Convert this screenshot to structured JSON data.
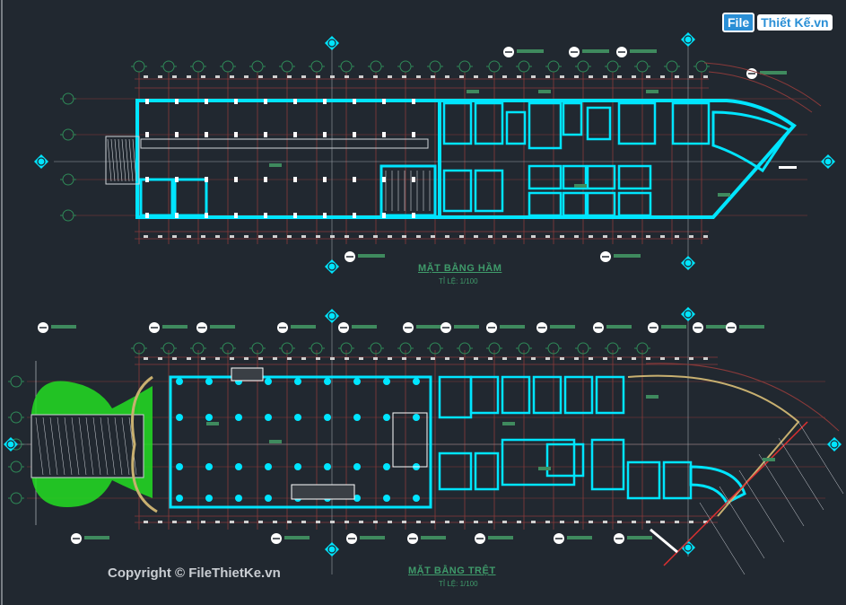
{
  "logo": {
    "part1": "File",
    "part2": "Thiết Kế.vn"
  },
  "plans": [
    {
      "title": "MẶT BẰNG HẦM",
      "scale": "TỈ LỆ: 1/100"
    },
    {
      "title": "MẶT BẰNG TRỆT",
      "scale": "TỈ LỆ: 1/100"
    }
  ],
  "copyright": "Copyright © FileThietKe.vn",
  "colors": {
    "background": "#212830",
    "wall": "#00e5ff",
    "grid": "#8a3a3a",
    "text": "#3f9a6a",
    "landscape": "#22dd22"
  }
}
